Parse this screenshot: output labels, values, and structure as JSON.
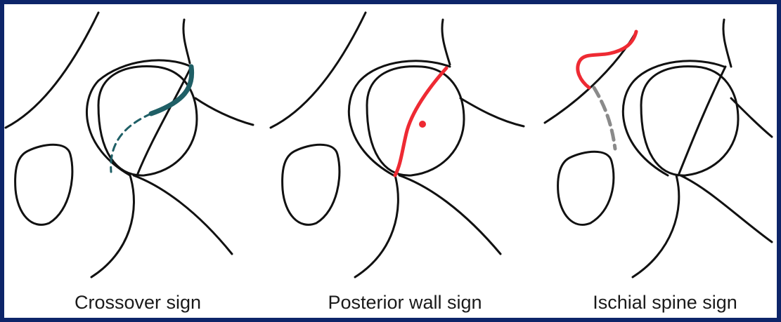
{
  "panels": [
    {
      "caption": "Crossover sign"
    },
    {
      "caption": "Posterior wall sign"
    },
    {
      "caption": "Ischial spine sign"
    }
  ],
  "colors": {
    "border": "#0d2569",
    "outline": "#111111",
    "crossover_highlight": "#1f5f66",
    "posterior_highlight": "#ee2a33",
    "ischial_highlight": "#ee2a33",
    "ischial_dashed": "#8a8a8a"
  }
}
